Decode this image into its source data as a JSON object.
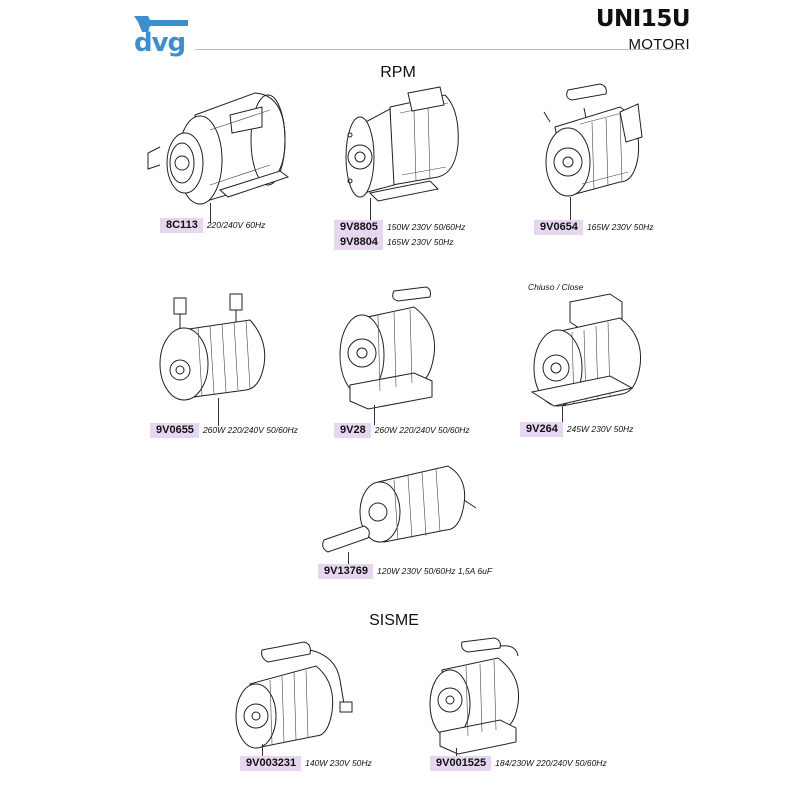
{
  "header": {
    "logo_text": "dvg",
    "doc_code": "UNI15U",
    "doc_subtitle": "MOTORI"
  },
  "sections": {
    "rpm": "RPM",
    "sisme": "SISME"
  },
  "products": [
    {
      "code": "8C113",
      "spec": "220/240V 60Hz"
    },
    {
      "code": "9V8805",
      "spec": "150W 230V 50/60Hz"
    },
    {
      "code": "9V8804",
      "spec": "165W 230V 50Hz"
    },
    {
      "code": "9V0654",
      "spec": "165W 230V 50Hz"
    },
    {
      "code": "9V0655",
      "spec": "260W 220/240V 50/60Hz"
    },
    {
      "code": "9V28",
      "spec": "260W 220/240V 50/60Hz"
    },
    {
      "code": "9V264",
      "spec": "245W 230V 50Hz",
      "note": "Chiuso / Close"
    },
    {
      "code": "9V13769",
      "spec": "120W 230V 50/60Hz 1,5A 6uF"
    },
    {
      "code": "9V003231",
      "spec": "140W 230V 50Hz"
    },
    {
      "code": "9V001525",
      "spec": "184/230W 220/240V 50/60Hz"
    }
  ]
}
